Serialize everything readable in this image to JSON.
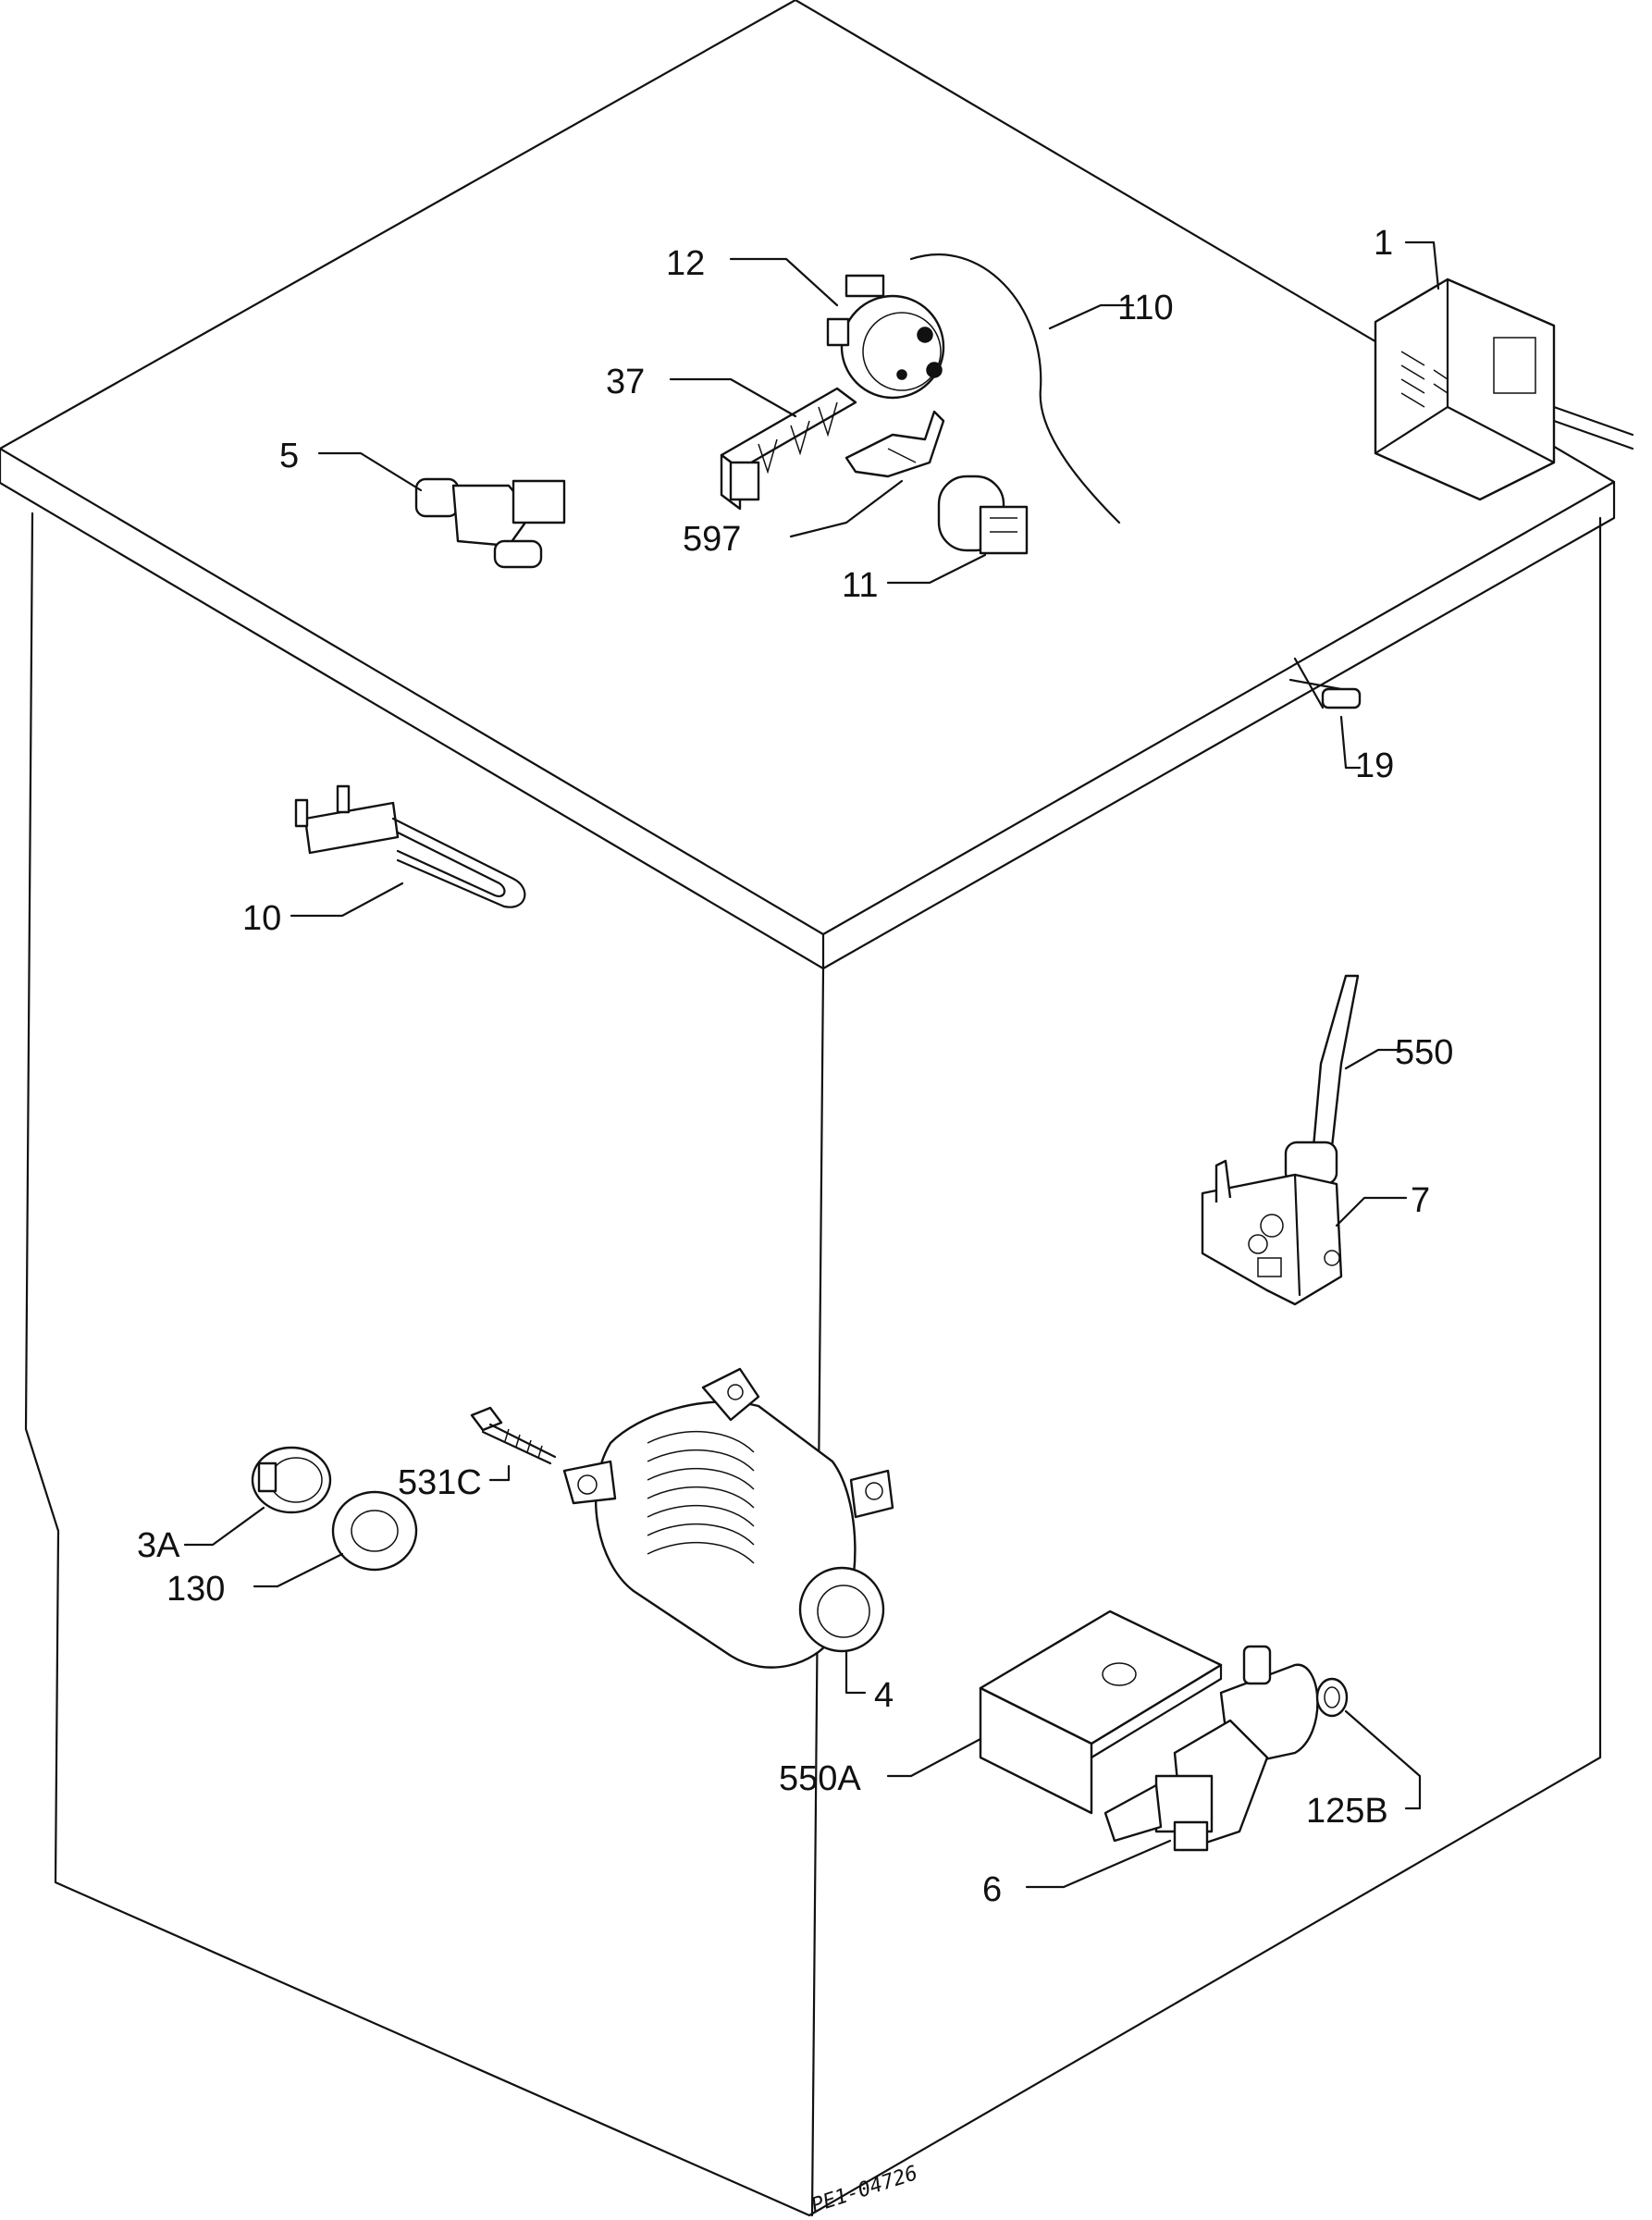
{
  "labels": {
    "l1": "1",
    "l12": "12",
    "l110": "110",
    "l37": "37",
    "l5": "5",
    "l597": "597",
    "l11": "11",
    "l19": "19",
    "l10": "10",
    "l550": "550",
    "l7": "7",
    "l531c": "531C",
    "l3a": "3A",
    "l130": "130",
    "l4": "4",
    "l550a": "550A",
    "l125b": "125B",
    "l6": "6"
  },
  "drawing_ref": "PE1-04726"
}
